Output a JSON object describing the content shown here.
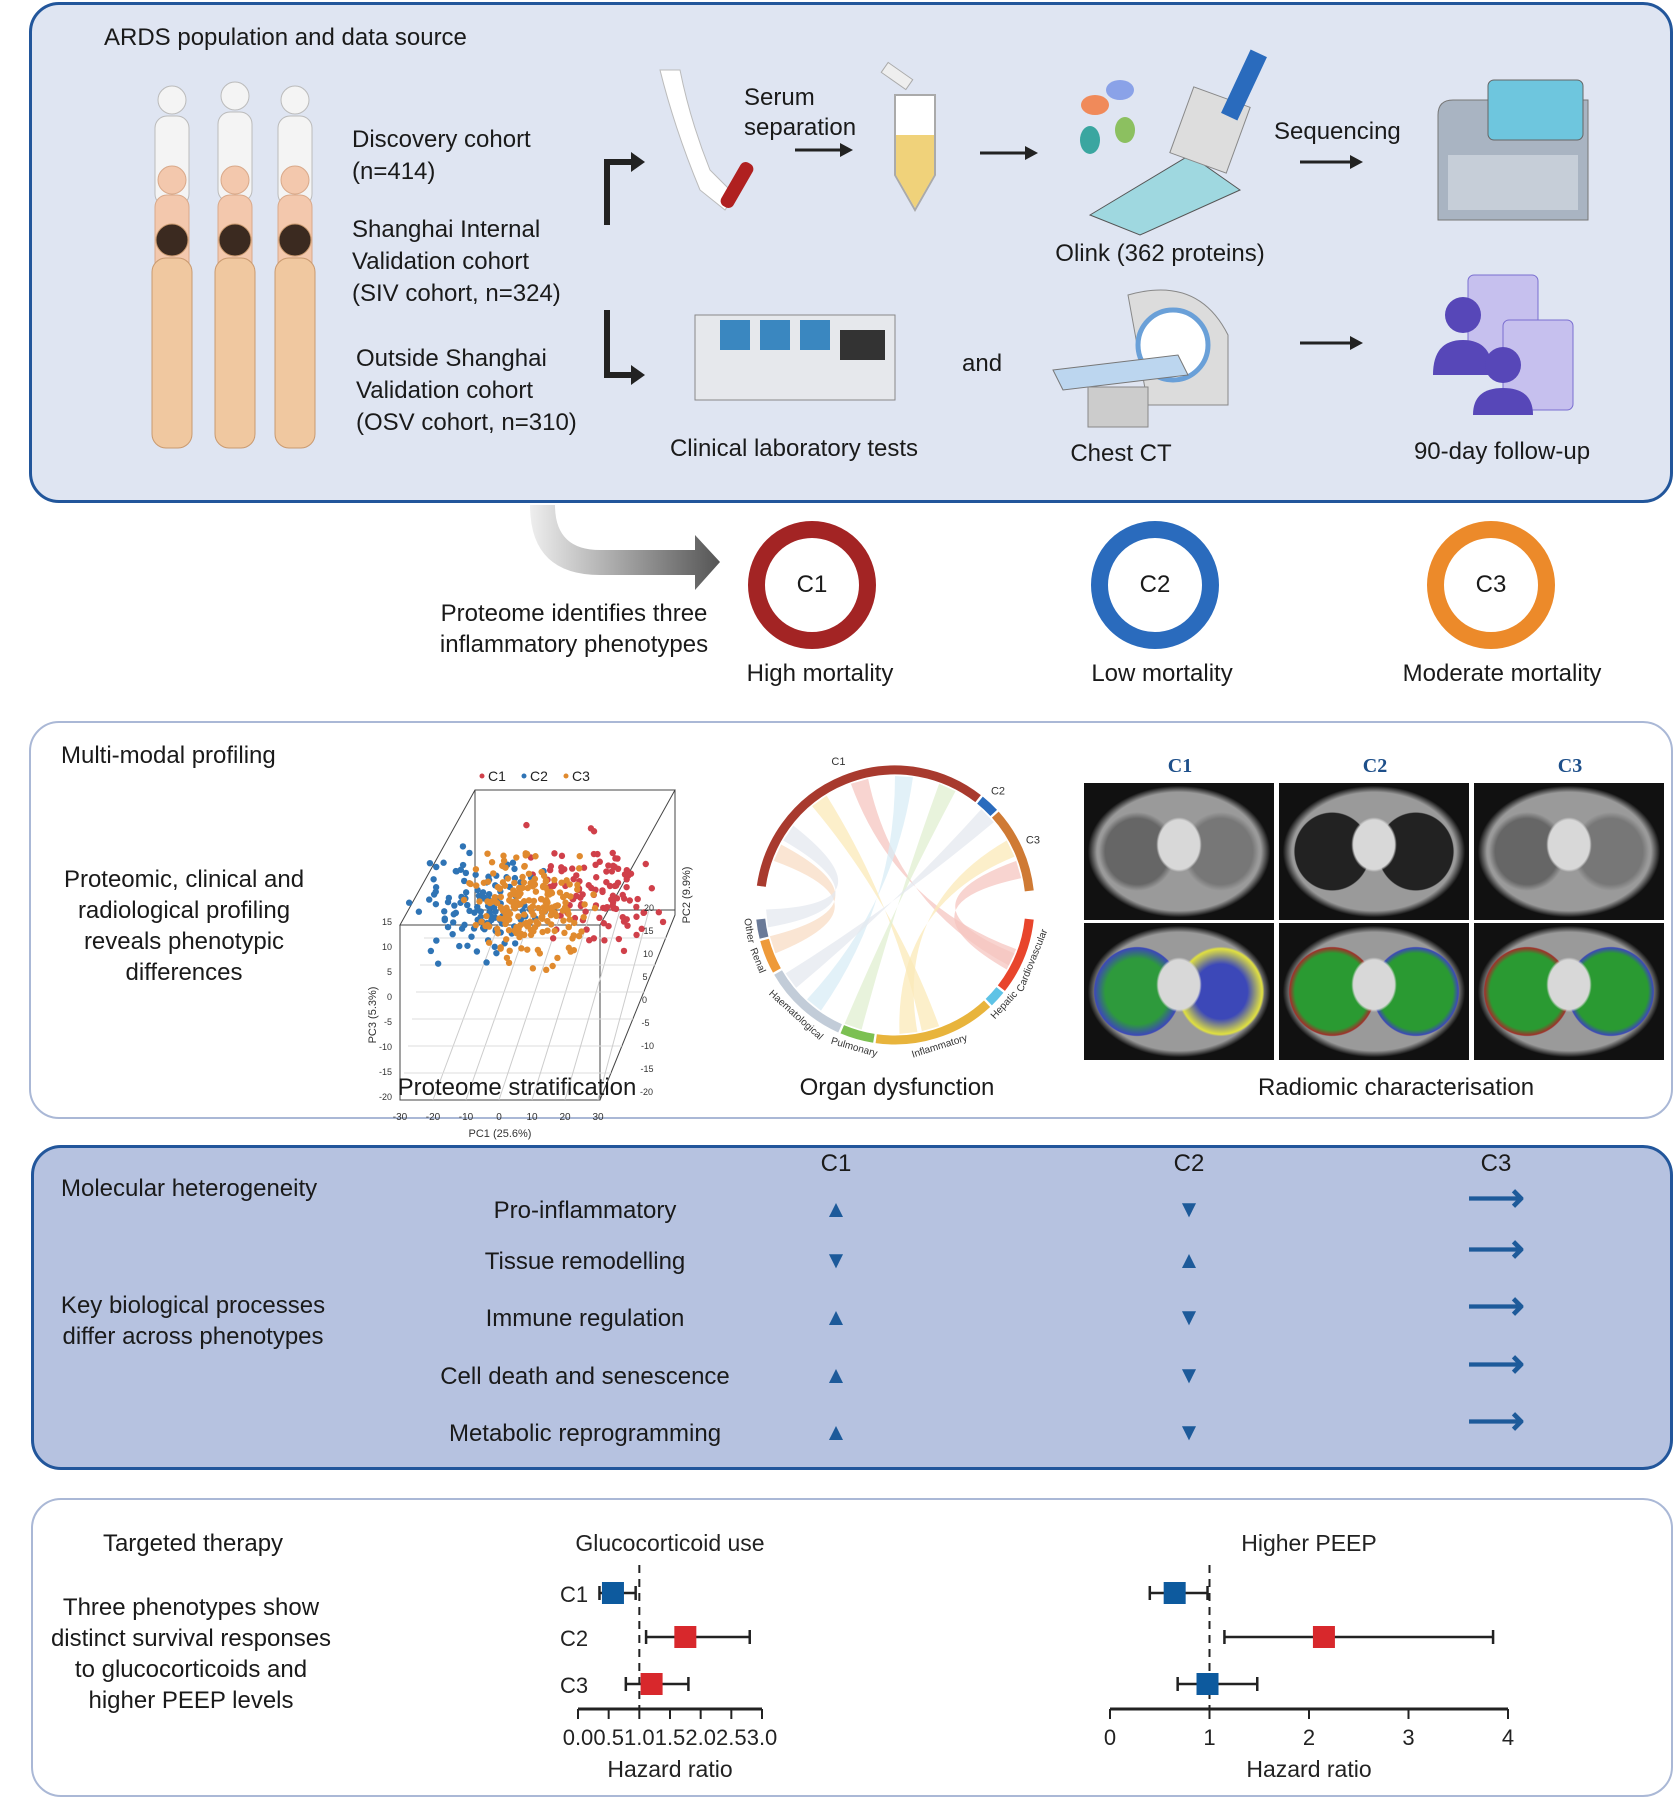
{
  "population": {
    "title": "ARDS population and data source",
    "discovery": [
      "Discovery cohort",
      "(n=414)"
    ],
    "siv": [
      "Shanghai Internal",
      "Validation cohort",
      "(SIV cohort, n=324)"
    ],
    "osv": [
      "Outside Shanghai",
      "Validation cohort",
      "(OSV cohort, n=310)"
    ]
  },
  "workflow": {
    "serum": [
      "Serum",
      "separation"
    ],
    "sequencing": "Sequencing",
    "olink": "Olink (362 proteins)",
    "lab": "Clinical laboratory tests",
    "and": "and",
    "ct": "Chest CT",
    "followup": "90-day follow-up"
  },
  "phenotypes": {
    "caption": [
      "Proteome identifies three",
      "inflammatory phenotypes"
    ],
    "items": [
      {
        "label": "C1",
        "outcome": "High mortality",
        "color": "#a32424"
      },
      {
        "label": "C2",
        "outcome": "Low mortality",
        "color": "#2a6bbd"
      },
      {
        "label": "C3",
        "outcome": "Moderate mortality",
        "color": "#ec8a2a"
      }
    ]
  },
  "profiling": {
    "title": "Multi-modal profiling",
    "text": [
      "Proteomic, clinical and",
      "radiological profiling",
      "reveals phenotypic",
      "differences"
    ],
    "scatter": {
      "legend": [
        "C1",
        "C2",
        "C3"
      ],
      "colors": [
        "#d0404a",
        "#2f74b5",
        "#e08a2e"
      ],
      "xlabel": "PC1 (25.6%)",
      "ylabel": "PC2 (9.9%)",
      "zlabel": "PC3 (5.3%)",
      "xticks": [
        "-30",
        "-20",
        "-10",
        "0",
        "10",
        "20",
        "30"
      ],
      "yticks": [
        "-20",
        "-15",
        "-10",
        "-5",
        "0",
        "5",
        "10",
        "15",
        "20"
      ],
      "zticks": [
        "-20",
        "-15",
        "-10",
        "-5",
        "0",
        "5",
        "10",
        "15"
      ],
      "caption": "Proteome stratification"
    },
    "chord": {
      "groups": [
        "C1",
        "C2",
        "C3"
      ],
      "organs": [
        "Cardiovascular",
        "Hepatic",
        "Inflammatory",
        "Pulmonary",
        "Haematological",
        "Renal",
        "Other"
      ],
      "caption": "Organ dysfunction"
    },
    "radiomics": {
      "columns": [
        "C1",
        "C2",
        "C3"
      ],
      "caption": "Radiomic characterisation"
    }
  },
  "molecular": {
    "title": "Molecular heterogeneity",
    "subtitle": [
      "Key biological processes",
      "differ across phenotypes"
    ],
    "columns": [
      "C1",
      "C2",
      "C3"
    ],
    "rows": [
      {
        "process": "Pro-inflammatory",
        "C1": "up",
        "C2": "down",
        "C3": "stable"
      },
      {
        "process": "Tissue remodelling",
        "C1": "down",
        "C2": "up",
        "C3": "stable"
      },
      {
        "process": "Immune regulation",
        "C1": "up",
        "C2": "down",
        "C3": "stable"
      },
      {
        "process": "Cell death and senescence",
        "C1": "up",
        "C2": "down",
        "C3": "stable"
      },
      {
        "process": "Metabolic reprogramming",
        "C1": "up",
        "C2": "down",
        "C3": "stable"
      }
    ]
  },
  "therapy": {
    "title": "Targeted therapy",
    "text": [
      "Three phenotypes show",
      "distinct survival responses",
      "to glucocorticoids and",
      "higher PEEP levels"
    ]
  },
  "chart_data": [
    {
      "type": "forest",
      "title": "Glucocorticoid use",
      "xlabel": "Hazard ratio",
      "xlim": [
        0,
        3
      ],
      "xticks": [
        "0.0",
        "0.5",
        "1.0",
        "1.5",
        "2.0",
        "2.5",
        "3.0"
      ],
      "reference": 1,
      "categories": [
        "C1",
        "C2",
        "C3"
      ],
      "estimates": [
        0.57,
        1.75,
        1.2
      ],
      "ci_low": [
        0.35,
        1.11,
        0.78
      ],
      "ci_high": [
        0.94,
        2.8,
        1.8
      ],
      "colors": [
        "#0d5a9e",
        "#d8282c",
        "#d8282c"
      ]
    },
    {
      "type": "forest",
      "title": "Higher PEEP",
      "xlabel": "Hazard ratio",
      "xlim": [
        0,
        4
      ],
      "xticks": [
        "0",
        "1",
        "2",
        "3",
        "4"
      ],
      "reference": 1,
      "categories": [
        "C1",
        "C2",
        "C3"
      ],
      "estimates": [
        0.65,
        2.15,
        0.98
      ],
      "ci_low": [
        0.4,
        1.15,
        0.68
      ],
      "ci_high": [
        0.98,
        3.85,
        1.48
      ],
      "colors": [
        "#0d5a9e",
        "#d8282c",
        "#0d5a9e"
      ]
    }
  ]
}
